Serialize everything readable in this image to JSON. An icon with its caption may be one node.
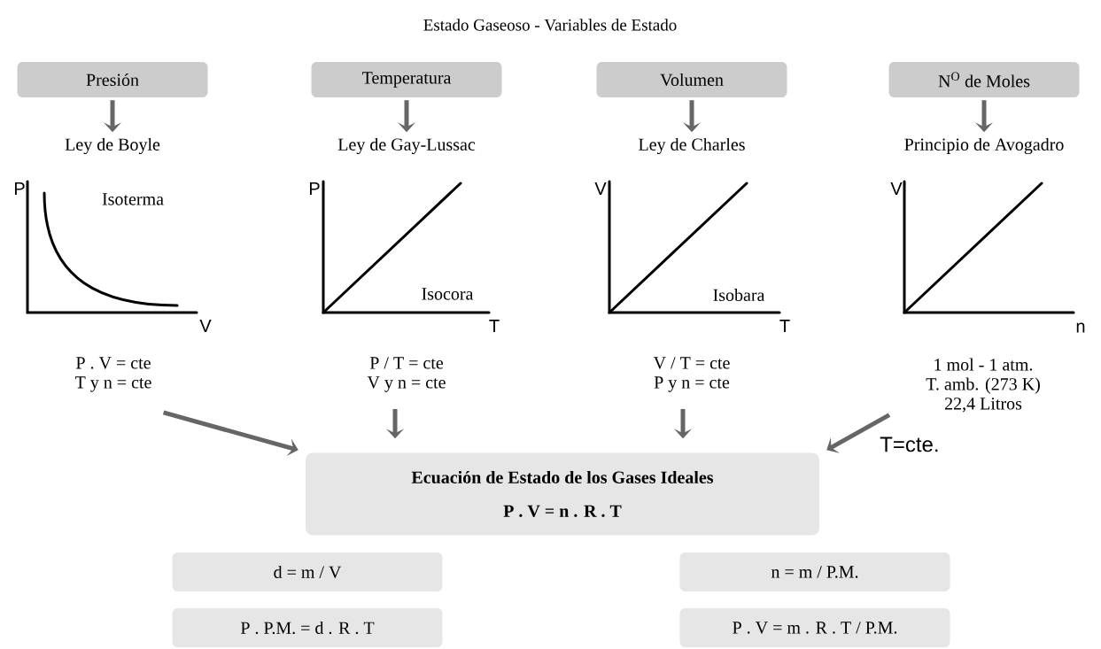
{
  "diagram": {
    "title": "Estado Gaseoso - Variables de Estado",
    "nodes": [
      {
        "text": [
          "Presión"
        ]
      },
      {
        "text": [
          "Temperatura"
        ]
      },
      {
        "text": [
          "Volumen"
        ]
      },
      {
        "text": [
          "N$^{O}$ de Moles"
        ]
      },
      {
        "text": [
          "Ley de Boyle"
        ]
      },
      {
        "text": [
          "Ley de Gay-Lussac"
        ]
      },
      {
        "text": [
          "Ley de Charles"
        ]
      },
      {
        "text": [
          "Principio de Avogadro"
        ]
      },
      {
        "text": [
          "P . V = cte",
          "T y n = cte"
        ]
      },
      {
        "text": [
          "P / T = cte",
          "V y n = cte"
        ]
      },
      {
        "text": [
          "V / T = cte",
          "P y n = cte"
        ]
      },
      {
        "text": [
          "1 mol - 1 atm.",
          "T. amb. (273 K)",
          "22,4 Litros"
        ]
      },
      {
        "text": [
          "Ecuación de Estado de los Gases Ideales",
          "P . V = n . R . T"
        ]
      },
      {
        "text": [
          "d = m / V"
        ]
      },
      {
        "text": [
          "n = m / P.M."
        ]
      },
      {
        "text": [
          "P . P.M. = d . R . T"
        ]
      },
      {
        "text": [
          "P . V = m . R . T / P.M."
        ]
      }
    ],
    "edges": [
      {
        "from": 0,
        "to": 4,
        "arrow": "to"
      },
      {
        "from": 1,
        "to": 5,
        "arrow": "to"
      },
      {
        "from": 2,
        "to": 6,
        "arrow": "to"
      },
      {
        "from": 3,
        "to": 7,
        "arrow": "to"
      },
      {
        "from": 8,
        "to": 12,
        "arrow": "to"
      },
      {
        "from": 9,
        "to": 12,
        "arrow": "to"
      },
      {
        "from": 10,
        "to": 12,
        "arrow": "to"
      },
      {
        "from": 11,
        "to": 12,
        "arrow": "to"
      }
    ],
    "labels": [
      "P",
      "Isoterma",
      "V",
      "P",
      "Isocora",
      "T",
      "V",
      "Isobara",
      "T",
      "V",
      "n",
      "T=cte."
    ]
  }
}
